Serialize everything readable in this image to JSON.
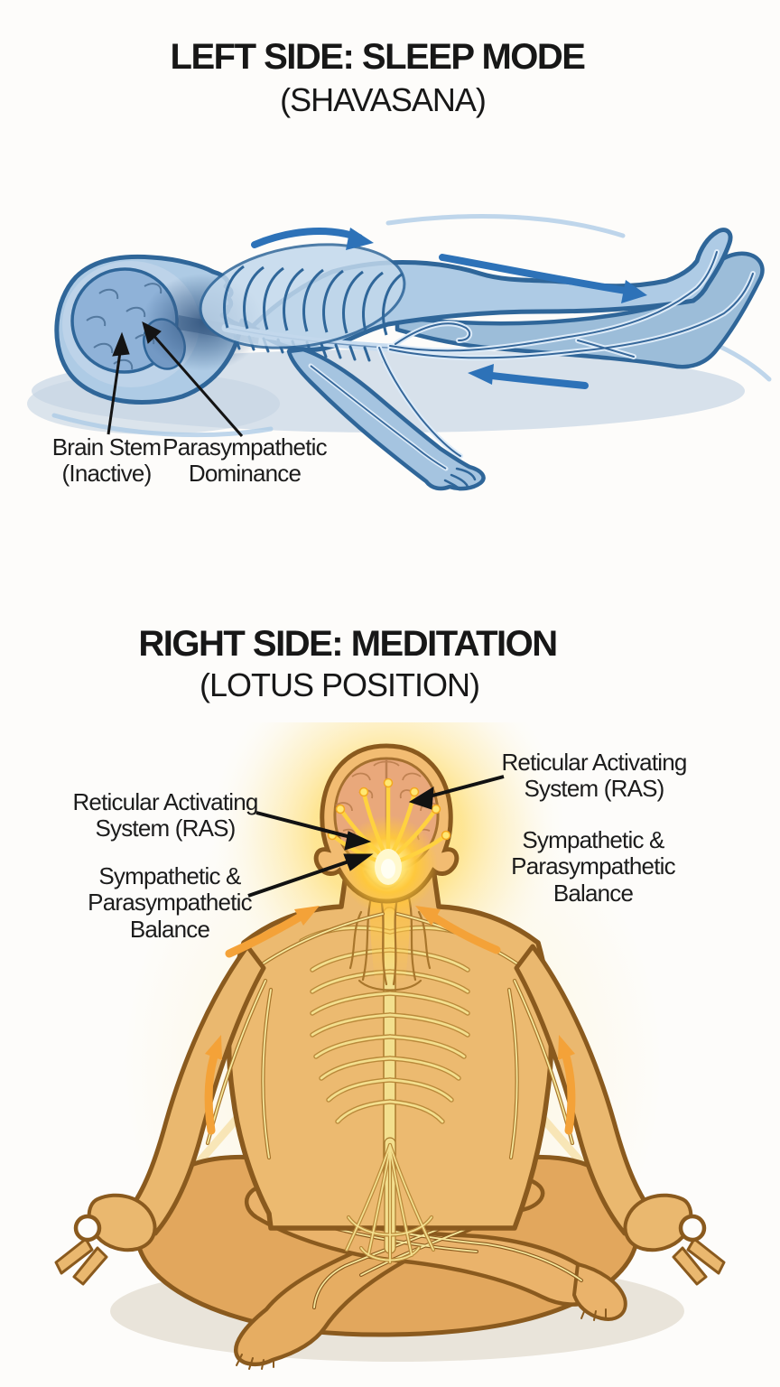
{
  "sleep": {
    "title": "LEFT SIDE: SLEEP MODE",
    "subtitle": "(SHAVASANA)",
    "labels": {
      "brain_stem": "Brain Stem\n(Inactive)",
      "parasympathetic": "Parasympathetic\nDominance"
    }
  },
  "meditation": {
    "title": "RIGHT SIDE: MEDITATION",
    "subtitle": "(LOTUS POSITION)",
    "labels": {
      "ras_left": "Reticular Activating\nSystem (RAS)",
      "balance_left": "Sympathetic &\nParasympathetic\nBalance",
      "ras_right": "Reticular Activating\nSystem (RAS)",
      "balance_right": "Sympathetic &\nParasympathetic\nBalance"
    }
  },
  "colors": {
    "background": "#fdfcfa",
    "text": "#171717",
    "sleep_body": "#aecbe5",
    "sleep_outline": "#2f6699",
    "sleep_brain": "#8fb2d8",
    "sleep_flow_arrow": "#2d72b8",
    "meditation_skin": "#eab86f",
    "meditation_outline": "#8a5a1e",
    "meditation_nerve_highlight": "#f3df8e",
    "meditation_glow": "#ffd24d",
    "meditation_energy_arrow": "#f4a238"
  }
}
